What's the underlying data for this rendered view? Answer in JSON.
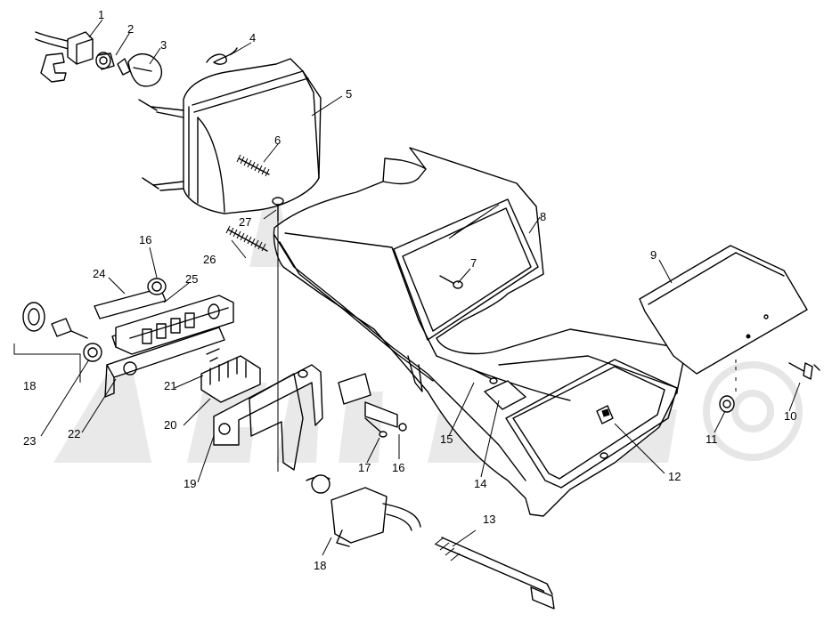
{
  "diagram": {
    "callouts": [
      {
        "id": "1",
        "text": "1"
      },
      {
        "id": "2",
        "text": "2"
      },
      {
        "id": "3",
        "text": "3"
      },
      {
        "id": "4",
        "text": "4"
      },
      {
        "id": "5",
        "text": "5"
      },
      {
        "id": "6",
        "text": "6"
      },
      {
        "id": "7",
        "text": "7"
      },
      {
        "id": "8",
        "text": "8"
      },
      {
        "id": "9",
        "text": "9"
      },
      {
        "id": "10",
        "text": "10"
      },
      {
        "id": "11",
        "text": "11"
      },
      {
        "id": "12",
        "text": "12"
      },
      {
        "id": "13",
        "text": "13"
      },
      {
        "id": "14",
        "text": "14"
      },
      {
        "id": "15",
        "text": "15"
      },
      {
        "id": "16a",
        "text": "16"
      },
      {
        "id": "16b",
        "text": "16"
      },
      {
        "id": "17",
        "text": "17"
      },
      {
        "id": "18a",
        "text": "18"
      },
      {
        "id": "18b",
        "text": "18"
      },
      {
        "id": "19",
        "text": "19"
      },
      {
        "id": "20",
        "text": "20"
      },
      {
        "id": "21",
        "text": "21"
      },
      {
        "id": "22",
        "text": "22"
      },
      {
        "id": "23",
        "text": "23"
      },
      {
        "id": "24",
        "text": "24"
      },
      {
        "id": "25",
        "text": "25"
      },
      {
        "id": "26",
        "text": "26"
      },
      {
        "id": "27",
        "text": "27"
      }
    ]
  },
  "colors": {
    "line": "#000000",
    "background": "#ffffff",
    "watermark": "#e6e6e6"
  }
}
